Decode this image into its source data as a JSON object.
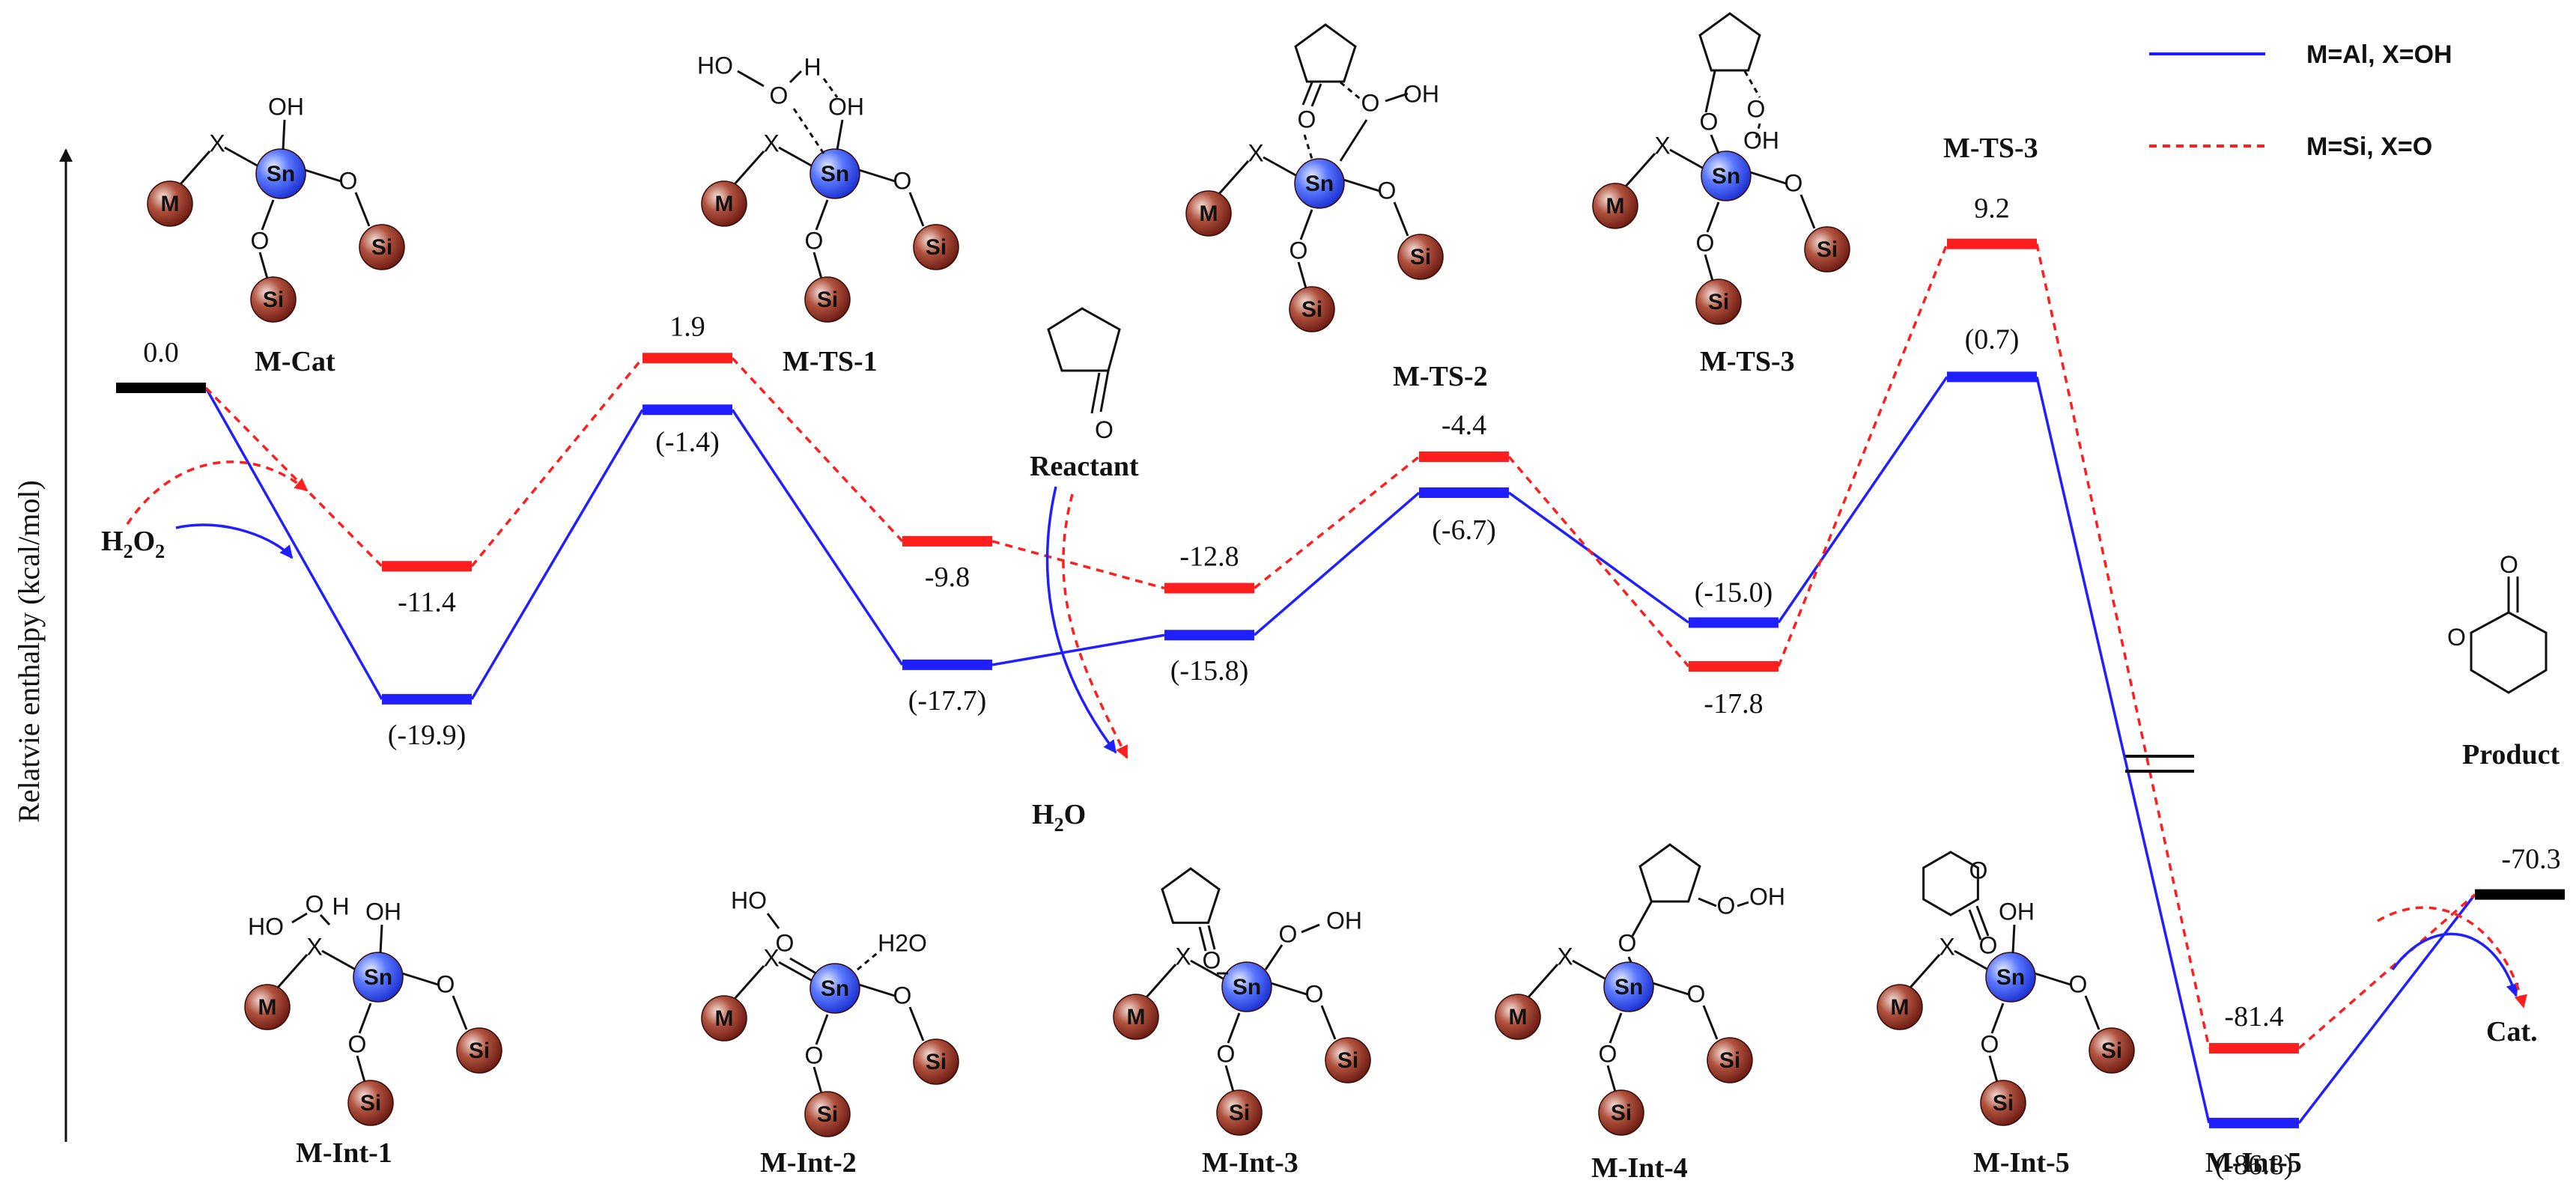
{
  "chart_data": {
    "type": "line",
    "ylabel": "Relatvie enthalpy (kcal/mol)",
    "colors": {
      "al": "#1f1fff",
      "si": "#ff1e1e",
      "ref": "#000000"
    },
    "legend": {
      "position": "top-right",
      "items": [
        {
          "name": "M=Al,  X=OH",
          "style": "solid",
          "color": "#1f1fff"
        },
        {
          "name": "M=Si,  X=O",
          "style": "dashed",
          "color": "#ff1e1e"
        }
      ]
    },
    "axis_break": true,
    "series": [
      {
        "name": "M=Al,  X=OH",
        "points": [
          {
            "stage": "M-Cat",
            "value": 0.0
          },
          {
            "stage": "M-Int-1",
            "value": -19.9,
            "label": "(-19.9)"
          },
          {
            "stage": "M-TS-1",
            "value": -1.4,
            "label": "(-1.4)"
          },
          {
            "stage": "M-Int-2",
            "value": -17.7,
            "label": "(-17.7)"
          },
          {
            "stage": "M-Int-3",
            "value": -15.8,
            "label": "(-15.8)"
          },
          {
            "stage": "M-TS-2",
            "value": -6.7,
            "label": "(-6.7)"
          },
          {
            "stage": "M-Int-4",
            "value": -15.0,
            "label": "(-15.0)"
          },
          {
            "stage": "M-TS-3",
            "value": 0.7,
            "label": "(0.7)"
          },
          {
            "stage": "M-Int-5",
            "value": -86.8,
            "label": "(-86.8)"
          },
          {
            "stage": "Product",
            "value": -70.3
          }
        ]
      },
      {
        "name": "M=Si,  X=O",
        "points": [
          {
            "stage": "M-Cat",
            "value": 0.0
          },
          {
            "stage": "M-Int-1",
            "value": -11.4,
            "label": "-11.4"
          },
          {
            "stage": "M-TS-1",
            "value": 1.9,
            "label": "1.9"
          },
          {
            "stage": "M-Int-2",
            "value": -9.8,
            "label": "-9.8"
          },
          {
            "stage": "M-Int-3",
            "value": -12.8,
            "label": "-12.8"
          },
          {
            "stage": "M-TS-2",
            "value": -4.4,
            "label": "-4.4"
          },
          {
            "stage": "M-Int-4",
            "value": -17.8,
            "label": "-17.8"
          },
          {
            "stage": "M-TS-3",
            "value": 9.2,
            "label": "9.2"
          },
          {
            "stage": "M-Int-5",
            "value": -81.4,
            "label": "-81.4"
          },
          {
            "stage": "Product",
            "value": -70.3
          }
        ]
      }
    ],
    "reference_labels": {
      "cat": "0.0",
      "product": "-70.3"
    }
  },
  "species": {
    "h2o2": "H2O2",
    "h2o": "H2O",
    "reactant": "Reactant",
    "product": "Product",
    "cat": "Cat."
  },
  "structure_names": {
    "top": [
      "M-Cat",
      "M-TS-1",
      "M-TS-2",
      "M-TS-3"
    ],
    "ts3_top": "M-TS-3",
    "bottom": [
      "M-Int-1",
      "M-Int-2",
      "M-Int-3",
      "M-Int-4",
      "M-Int-5",
      "M-Int-5"
    ]
  },
  "atoms": {
    "sn": "Sn",
    "si": "Si",
    "m": "M",
    "x": "X",
    "o": "O",
    "oh": "OH",
    "ho": "HO",
    "h": "H",
    "h2o": "H2O"
  }
}
